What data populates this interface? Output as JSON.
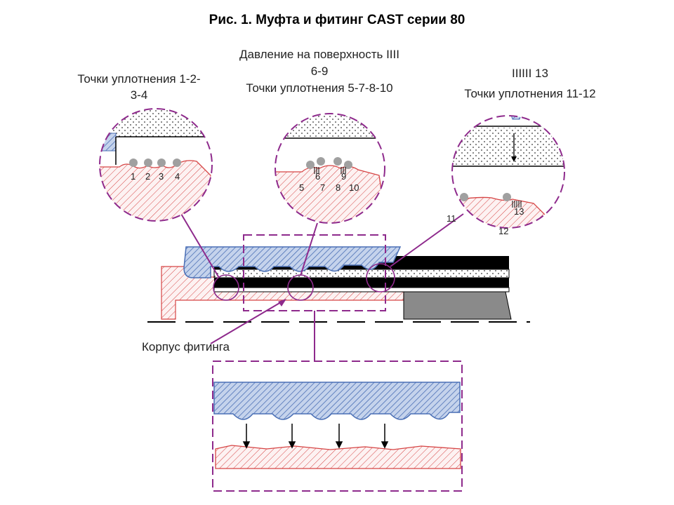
{
  "title": "Рис. 1. Муфта и фитинг CAST серии 80",
  "labels": {
    "left_line1": "Точки уплотнения 1-2-",
    "left_line2": "3-4",
    "mid_line1": "Давление на поверхность IIII",
    "mid_line2": "6-9",
    "mid_line3": "Точки уплотнения 5-7-8-10",
    "right_line1": "IIIIII 13",
    "right_line2": "Точки уплотнения 11-12",
    "body_label": "Корпус фитинга"
  },
  "point_numbers": {
    "left": [
      "1",
      "2",
      "3",
      "4"
    ],
    "mid": [
      "5",
      "6",
      "7",
      "8",
      "9",
      "10"
    ],
    "right": [
      "11",
      "12",
      "13"
    ]
  },
  "colors": {
    "hatch_blue": "#4a6fb5",
    "hatch_red": "#d64545",
    "callout_purple": "#8e2a8c",
    "seal_point_gray": "#a0a0a0",
    "hose_black": "#000000",
    "ferrule_gray": "#8a8a8a"
  }
}
